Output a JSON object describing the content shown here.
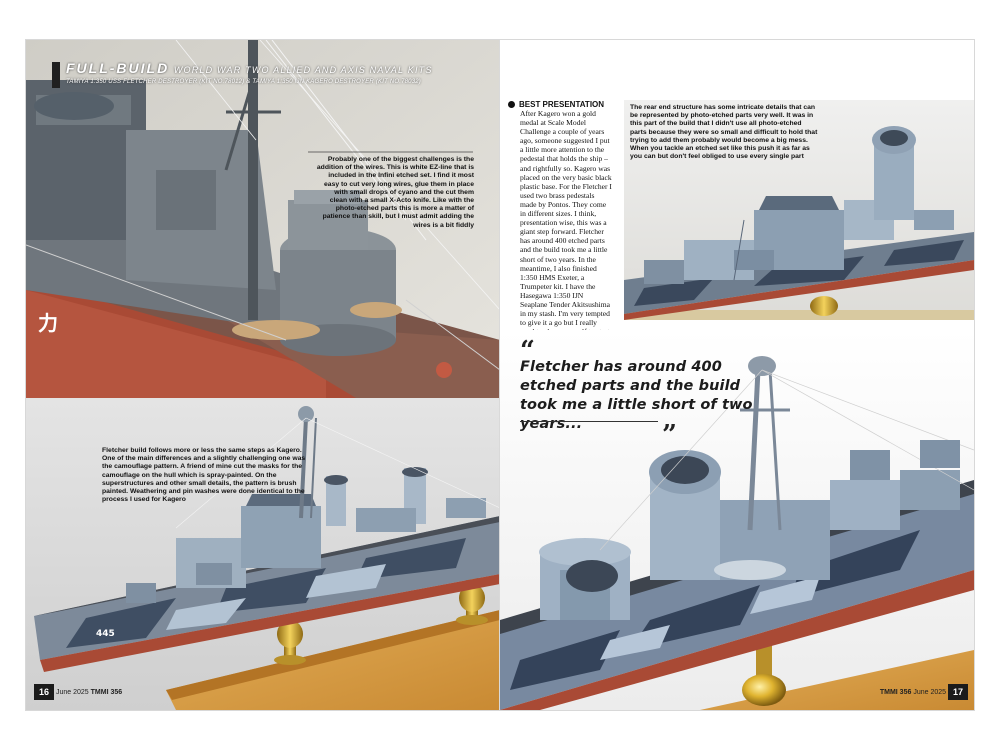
{
  "header": {
    "title_main": "FULL-BUILD",
    "title_rest": "WORLD WAR TWO ALLIED AND AXIS NAVAL KITS",
    "subtitle": "TAMIYA 1:350 USS FLETCHER DESTROYER (KIT NO.78012) & TAMIYA 1:350 IJN KAGERO DESTROYER (KIT NO.78032)"
  },
  "captions": {
    "wires": "Probably one of the biggest challenges is the addition of the wires. This is white EZ-line that is included in the Infini etched set. I find it most easy to cut very long wires, glue them in place with small drops of cyano and the cut them clean with a small X-Acto knife. Like with the photo-etched parts this is more a matter of patience than skill, but I must admit adding the wires is a bit fiddly",
    "fletcher_build": "Fletcher build follows more or less the same steps as Kagero. One of the main differences and a slightly challenging one was the camouflage pattern. A friend of mine cut the masks for the camouflage on the hull which is spray-painted. On the superstructures and other small details, the pattern is brush painted. Weathering and pin washes were done identical to the process I used for Kagero",
    "rear_end": "The rear end structure has some intricate details that can be represented by photo-etched parts very well. It was in this part of the build that I didn't use all photo-etched parts because they were so small and difficult to hold that trying to add them probably would become a big mess. When you tackle an etched set like this push it as far as you can but don't feel obliged to use every single part"
  },
  "section": {
    "heading": "BEST PRESENTATION",
    "body": "After Kagero won a gold medal at Scale Model Challenge a couple of years ago, someone suggested I put a little more attention to the pedestal that holds the ship – and rightfully so. Kagero was placed on the very basic black plastic base. For the Fletcher I used two brass pedestals made by Pontos. They come in different sizes. I think, presentation wise, this was a giant step forward. Fletcher has around 400 etched parts and the build took me a little short of two years. In the meantime, I also finished 1:350 HMS Exeter, a Trumpeter kit. I have the Hasegawa 1:350 IJN Seaplane Tender Akitsushima in my stash. I'm very tempted to give it a go but I really need to charge myself to start this challenge. Stay tuned!"
  },
  "pull_quote": {
    "open_mark": "“",
    "text": "Fletcher has around 400 etched parts and the build took me a little short of two years...",
    "close_mark": "”"
  },
  "hull_markings": {
    "kagero_character": "力",
    "fletcher_number": "445"
  },
  "folio": {
    "left_page": "16",
    "left_date": "June 2025",
    "left_issue": "TMMI 356",
    "right_page": "17",
    "right_date": "June 2025",
    "right_issue": "TMMI 356"
  },
  "colors": {
    "hull_red": "#b5553f",
    "hull_grey": "#7c838b",
    "camo_light": "#a8b8c8",
    "camo_dark": "#3c4b60",
    "wood_base": "#d9a24a",
    "brass": "#e0b430"
  }
}
